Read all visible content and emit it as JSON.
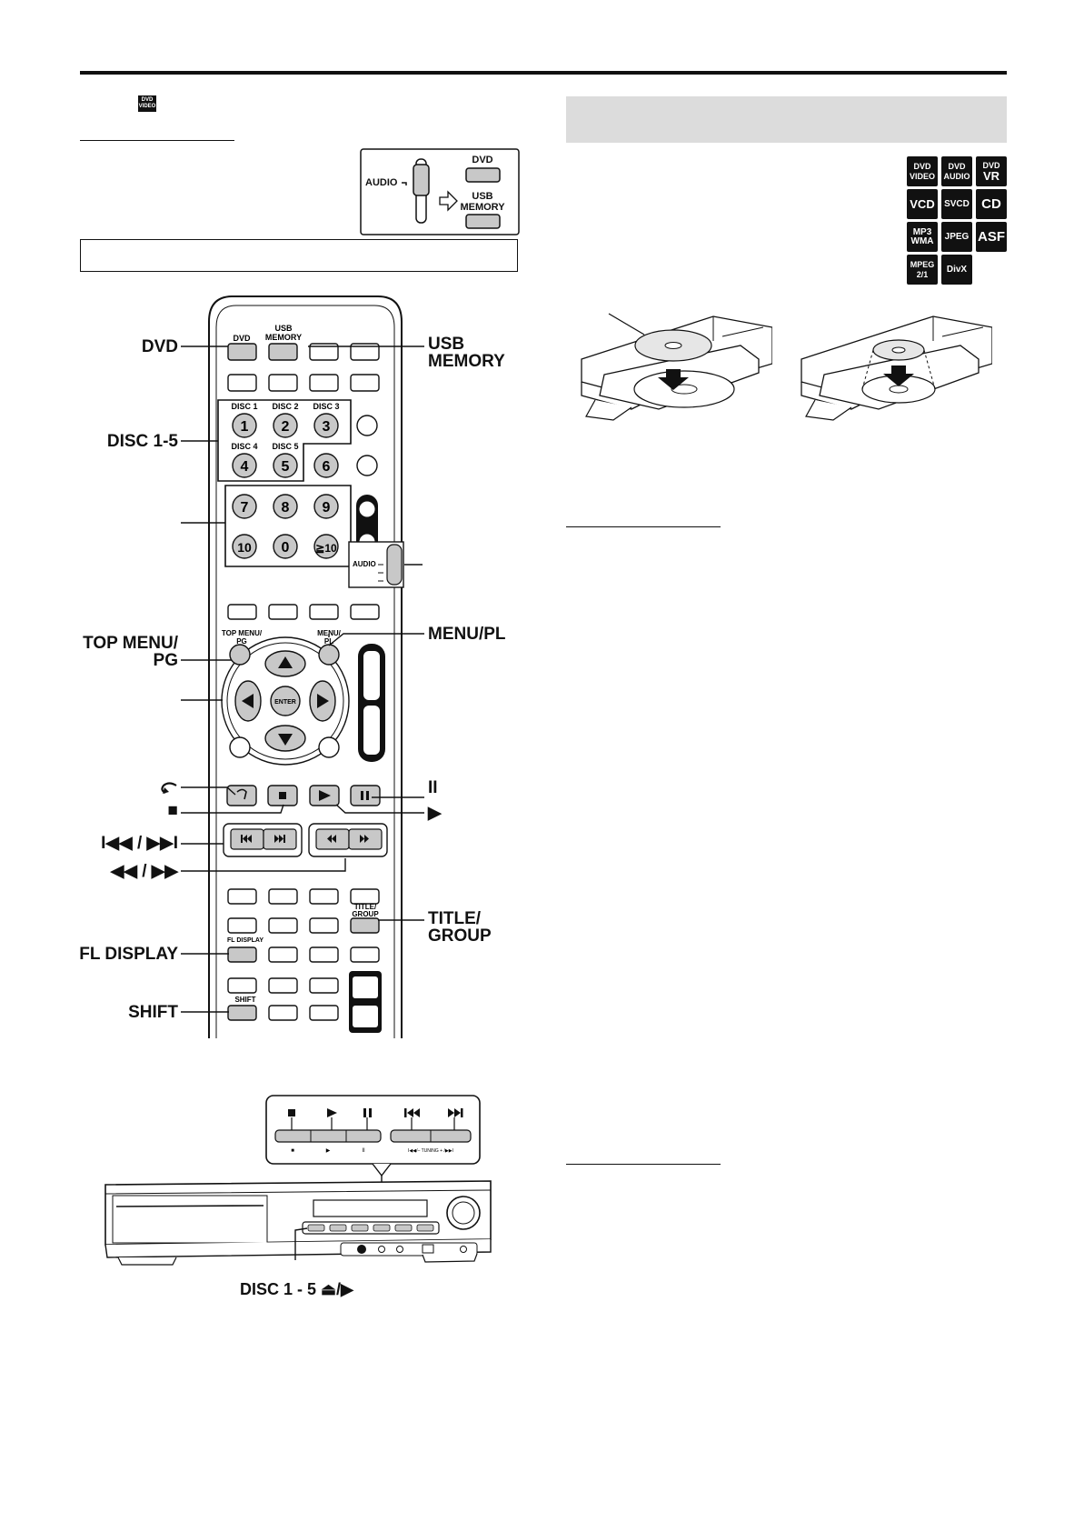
{
  "header": {
    "mini_logo_line1": "DVD",
    "mini_logo_line2": "VIDEO"
  },
  "audio_switch": {
    "audio_label": "AUDIO",
    "dvd_label": "DVD",
    "usb_label_line1": "USB",
    "usb_label_line2": "MEMORY"
  },
  "disc_types": [
    {
      "id": "dvd-video",
      "line1": "DVD",
      "line2": "VIDEO"
    },
    {
      "id": "dvd-audio",
      "line1": "DVD",
      "line2": "AUDIO"
    },
    {
      "id": "dvd-vr",
      "line1": "DVD",
      "line2": "VR"
    },
    {
      "id": "vcd",
      "line1": "VCD",
      "line2": ""
    },
    {
      "id": "svcd",
      "line1": "SVCD",
      "line2": ""
    },
    {
      "id": "cd",
      "line1": "CD",
      "line2": ""
    },
    {
      "id": "mp3-wma",
      "line1": "MP3",
      "line2": "WMA"
    },
    {
      "id": "jpeg",
      "line1": "JPEG",
      "line2": ""
    },
    {
      "id": "asf",
      "line1": "ASF",
      "line2": ""
    },
    {
      "id": "mpeg",
      "line1": "MPEG",
      "line2": "2/1"
    },
    {
      "id": "divx",
      "line1": "DivX",
      "line2": ""
    }
  ],
  "callouts": {
    "dvd": "DVD",
    "usb_memory_line1": "USB",
    "usb_memory_line2": "MEMORY",
    "disc_1_5": "DISC 1-5",
    "top_menu_line1": "TOP MENU/",
    "top_menu_line2": "PG",
    "menu_pl": "MENU/PL",
    "stop": "■",
    "pause": "II",
    "play": "▶",
    "skip": "I◀◀ / ▶▶I",
    "search": "◀◀ / ▶▶",
    "title_group_line1": "TITLE/",
    "title_group_line2": "GROUP",
    "fl_display": "FL DISPLAY",
    "shift": "SHIFT",
    "disc_eject": "DISC 1 - 5 ⏏/▶"
  },
  "remote": {
    "dvd": "DVD",
    "usb_line1": "USB",
    "usb_line2": "MEMORY",
    "disc_labels": [
      "DISC 1",
      "DISC 2",
      "DISC 3",
      "DISC 4",
      "DISC 5"
    ],
    "number_keys": [
      "1",
      "2",
      "3",
      "4",
      "5",
      "6",
      "7",
      "8",
      "9",
      "10",
      "0",
      "≧10"
    ],
    "audio": "AUDIO",
    "top_menu_line1": "TOP MENU/",
    "top_menu_line2": "PG",
    "menu_line1": "MENU/",
    "menu_line2": "PL",
    "enter": "ENTER",
    "title_line1": "TITLE/",
    "title_line2": "GROUP",
    "fl_display": "FL DISPLAY",
    "shift": "SHIFT"
  },
  "panel": {
    "stop": "■",
    "play": "▶",
    "pause": "II",
    "prev": "I◀◀",
    "next": "▶▶I",
    "tuning": "I◀◀/– TUNING + /▶▶I"
  }
}
